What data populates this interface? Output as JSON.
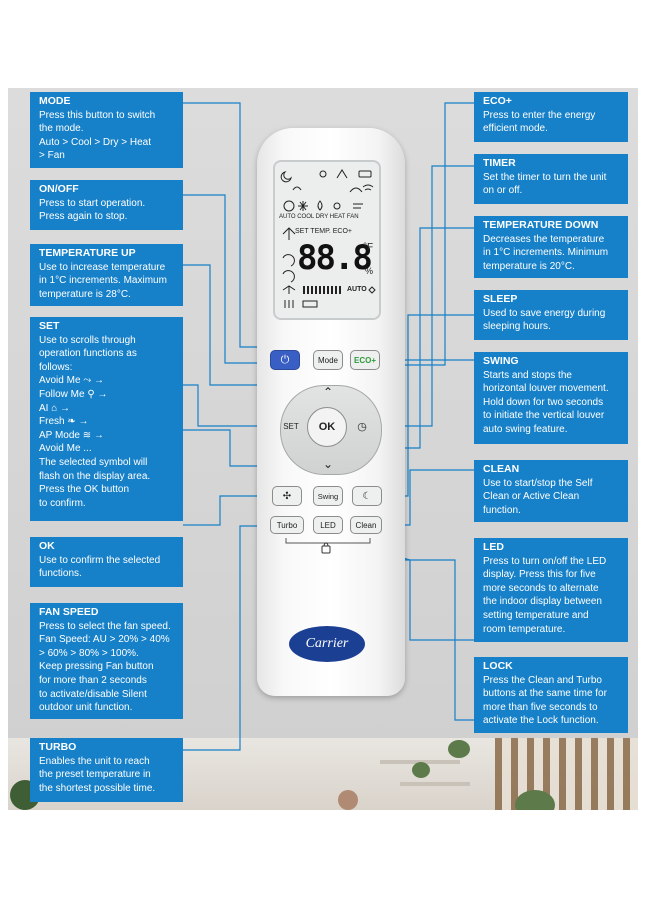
{
  "callouts": {
    "mode": {
      "title": "MODE",
      "text": "Press this button to switch\nthe mode.\nAuto > Cool > Dry > Heat\n> Fan"
    },
    "onoff": {
      "title": "ON/OFF",
      "text": "Press to start operation.\nPress again to stop."
    },
    "temp_up": {
      "title": "TEMPERATURE UP",
      "text": "Use to increase temperature\nin 1°C increments. Maximum\ntemperature is 28°C."
    },
    "set": {
      "title": "SET",
      "text": "Use to scrolls through\noperation functions as\nfollows:\n      Avoid Me ⤳ →\n      Follow Me ⚲ →\n      AI ⌂ →\n      Fresh ❧ →\n      AP Mode ≋ →\nAvoid Me ...\nThe selected symbol will\nflash on the display area.\nPress the OK button\nto confirm."
    },
    "ok": {
      "title": "OK",
      "text": "Use to confirm the selected\nfunctions."
    },
    "fan_speed": {
      "title": "FAN SPEED",
      "text": "Press to select the fan speed.\nFan Speed: AU > 20% > 40%\n> 60% > 80% > 100%.\nKeep pressing Fan button\nfor more than 2 seconds\nto activate/disable Silent\noutdoor unit function."
    },
    "turbo": {
      "title": "TURBO",
      "text": "Enables the unit to reach\nthe preset temperature in\nthe shortest possible time."
    },
    "eco": {
      "title": "ECO+",
      "text": "Press to enter the energy\nefficient mode."
    },
    "timer": {
      "title": "TIMER",
      "text": "Set the timer to turn the unit\non or off."
    },
    "temp_down": {
      "title": "TEMPERATURE DOWN",
      "text": "Decreases the temperature\nin 1°C increments. Minimum\ntemperature is 20°C."
    },
    "sleep": {
      "title": "SLEEP",
      "text": "Used to save energy during\nsleeping hours."
    },
    "swing": {
      "title": "SWING",
      "text": "Starts and stops the\nhorizontal louver movement.\nHold down for two seconds\nto initiate the vertical louver\nauto swing feature."
    },
    "clean": {
      "title": "CLEAN",
      "text": "Use to start/stop the Self\nClean or Active Clean\nfunction."
    },
    "led": {
      "title": "LED",
      "text": "Press to turn on/off the LED\ndisplay. Press this for five\nmore seconds to alternate\nthe indoor display between\nsetting temperature and\nroom temperature."
    },
    "lock": {
      "title": "LOCK",
      "text": "Press the Clean and Turbo\nbuttons at the same time for\nmore than five seconds to\nactivate the Lock function."
    }
  },
  "remote": {
    "lcd": {
      "modes": "AUTO COOL DRY HEAT FAN",
      "set_temp": "SET TEMP.  ECO+",
      "digits": "88.8",
      "unit_f": "°F",
      "unit_pct": "%",
      "auto": "AUTO"
    },
    "buttons": {
      "mode": "Mode",
      "eco": "ECO+",
      "set": "SET",
      "ok": "OK",
      "swing": "Swing",
      "turbo": "Turbo",
      "led": "LED",
      "clean": "Clean"
    },
    "brand": "Carrier"
  },
  "colors": {
    "callout": "#1680c8",
    "power_button": "#3a5fc4",
    "eco_text": "#2e9a3a",
    "brand": "#1b3f93"
  }
}
